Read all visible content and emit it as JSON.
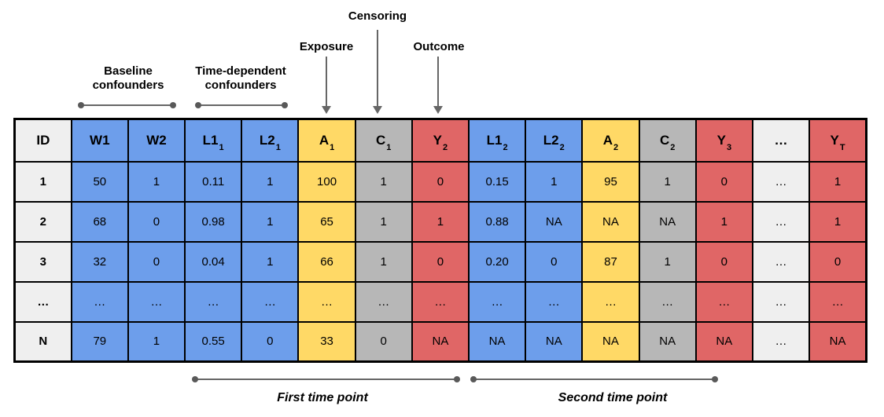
{
  "figure": {
    "labels": {
      "censoring": "Censoring",
      "exposure": "Exposure",
      "outcome": "Outcome",
      "baseline_confounders": "Baseline confounders",
      "time_dependent_confounders": "Time-dependent confounders",
      "first_time_point": "First time point",
      "second_time_point": "Second time point"
    },
    "colors": {
      "confounder_blue": "#6d9eeb",
      "exposure_yellow": "#ffd966",
      "censoring_gray": "#b7b7b7",
      "outcome_red": "#e06666",
      "neutral_lightgray": "#efefef",
      "border_black": "#000000",
      "annotation_gray": "#666666"
    },
    "table": {
      "columns": [
        {
          "base": "ID",
          "sub": "",
          "color": "lightgray"
        },
        {
          "base": "W1",
          "sub": "",
          "color": "blue"
        },
        {
          "base": "W2",
          "sub": "",
          "color": "blue"
        },
        {
          "base": "L1",
          "sub": "1",
          "color": "blue"
        },
        {
          "base": "L2",
          "sub": "1",
          "color": "blue"
        },
        {
          "base": "A",
          "sub": "1",
          "color": "yellow"
        },
        {
          "base": "C",
          "sub": "1",
          "color": "gray"
        },
        {
          "base": "Y",
          "sub": "2",
          "color": "red"
        },
        {
          "base": "L1",
          "sub": "2",
          "color": "blue"
        },
        {
          "base": "L2",
          "sub": "2",
          "color": "blue"
        },
        {
          "base": "A",
          "sub": "2",
          "color": "yellow"
        },
        {
          "base": "C",
          "sub": "2",
          "color": "gray"
        },
        {
          "base": "Y",
          "sub": "3",
          "color": "red"
        },
        {
          "base": "…",
          "sub": "",
          "color": "lightgray"
        },
        {
          "base": "Y",
          "sub": "T",
          "color": "red"
        }
      ],
      "rows": [
        [
          "1",
          "50",
          "1",
          "0.11",
          "1",
          "100",
          "1",
          "0",
          "0.15",
          "1",
          "95",
          "1",
          "0",
          "…",
          "1"
        ],
        [
          "2",
          "68",
          "0",
          "0.98",
          "1",
          "65",
          "1",
          "1",
          "0.88",
          "NA",
          "NA",
          "NA",
          "1",
          "…",
          "1"
        ],
        [
          "3",
          "32",
          "0",
          "0.04",
          "1",
          "66",
          "1",
          "0",
          "0.20",
          "0",
          "87",
          "1",
          "0",
          "…",
          "0"
        ],
        [
          "…",
          "…",
          "…",
          "…",
          "…",
          "…",
          "…",
          "…",
          "…",
          "…",
          "…",
          "…",
          "…",
          "…",
          "…"
        ],
        [
          "N",
          "79",
          "1",
          "0.55",
          "0",
          "33",
          "0",
          "NA",
          "NA",
          "NA",
          "NA",
          "NA",
          "NA",
          "…",
          "NA"
        ]
      ]
    }
  }
}
